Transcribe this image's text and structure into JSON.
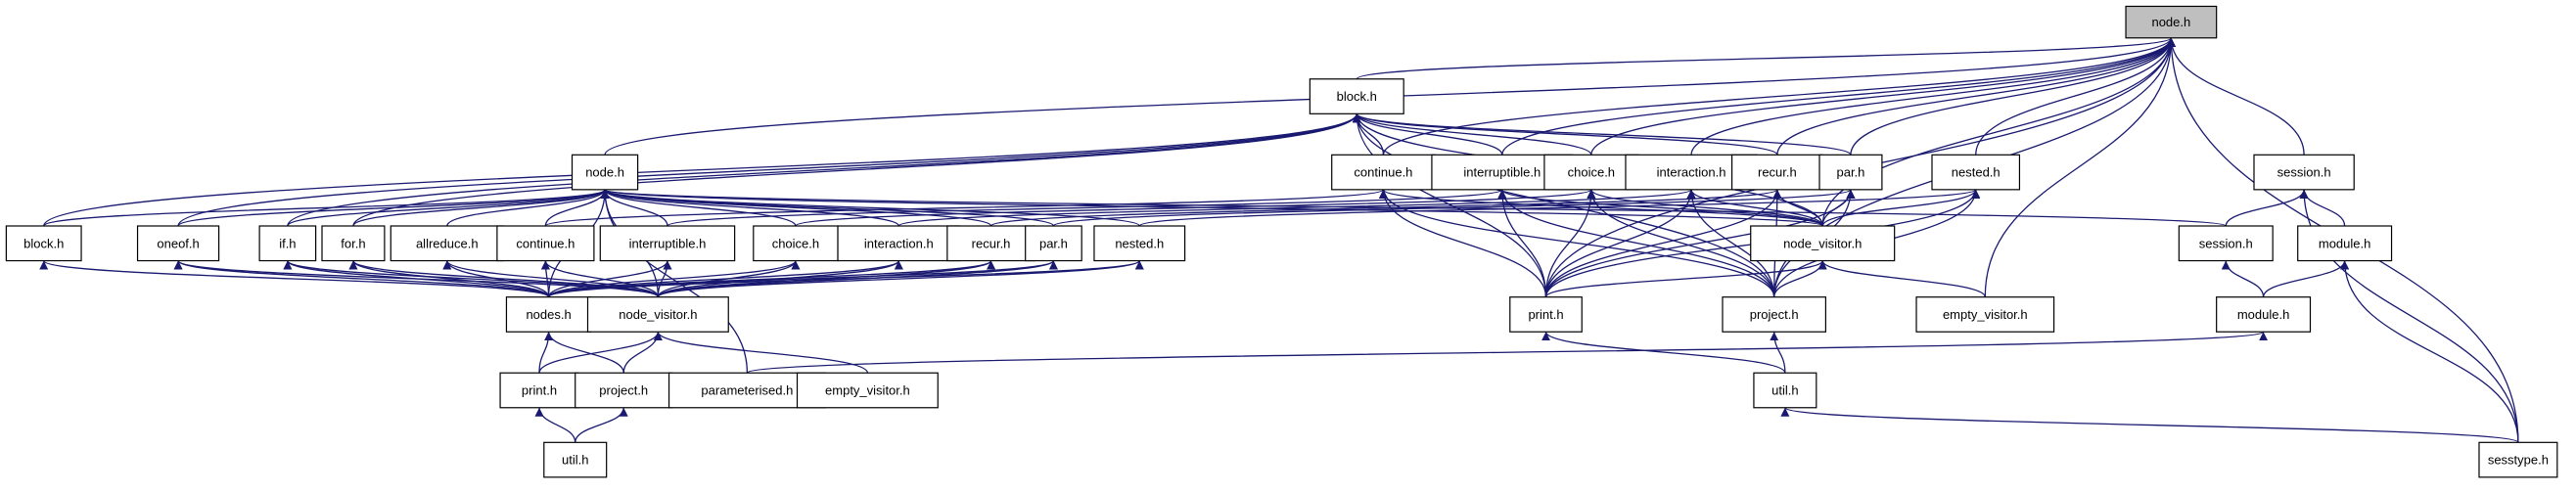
{
  "diagram": {
    "title": "",
    "nodes": [
      {
        "id": "root",
        "label": "node.h",
        "root": true
      },
      {
        "id": "block_mid",
        "label": "block.h"
      },
      {
        "id": "node_mid",
        "label": "node.h"
      },
      {
        "id": "continue_mid",
        "label": "continue.h"
      },
      {
        "id": "interruptible_mid",
        "label": "interruptible.h"
      },
      {
        "id": "choice_mid",
        "label": "choice.h"
      },
      {
        "id": "interaction_mid",
        "label": "interaction.h"
      },
      {
        "id": "recur_mid",
        "label": "recur.h"
      },
      {
        "id": "par_mid",
        "label": "par.h"
      },
      {
        "id": "nested_right",
        "label": "nested.h"
      },
      {
        "id": "session_right",
        "label": "session.h"
      },
      {
        "id": "block_left",
        "label": "block.h"
      },
      {
        "id": "oneof",
        "label": "oneof.h"
      },
      {
        "id": "if",
        "label": "if.h"
      },
      {
        "id": "for",
        "label": "for.h"
      },
      {
        "id": "allreduce",
        "label": "allreduce.h"
      },
      {
        "id": "continue_low",
        "label": "continue.h"
      },
      {
        "id": "interruptible_low",
        "label": "interruptible.h"
      },
      {
        "id": "choice_low",
        "label": "choice.h"
      },
      {
        "id": "interaction_low",
        "label": "interaction.h"
      },
      {
        "id": "recur_low",
        "label": "recur.h"
      },
      {
        "id": "par_low",
        "label": "par.h"
      },
      {
        "id": "nested_low",
        "label": "nested.h"
      },
      {
        "id": "node_visitor_mid",
        "label": "node_visitor.h"
      },
      {
        "id": "session_low",
        "label": "session.h"
      },
      {
        "id": "module_right",
        "label": "module.h"
      },
      {
        "id": "nodes",
        "label": "nodes.h"
      },
      {
        "id": "node_visitor_low",
        "label": "node_visitor.h"
      },
      {
        "id": "print_mid",
        "label": "print.h"
      },
      {
        "id": "project_mid",
        "label": "project.h"
      },
      {
        "id": "empty_visitor_right",
        "label": "empty_visitor.h"
      },
      {
        "id": "module_low",
        "label": "module.h"
      },
      {
        "id": "print_low",
        "label": "print.h"
      },
      {
        "id": "project_low",
        "label": "project.h"
      },
      {
        "id": "parameterised",
        "label": "parameterised.h"
      },
      {
        "id": "empty_visitor_low",
        "label": "empty_visitor.h"
      },
      {
        "id": "util_mid",
        "label": "util.h"
      },
      {
        "id": "util_low",
        "label": "util.h"
      },
      {
        "id": "sesstype",
        "label": "sesstype.h"
      }
    ],
    "edges": [
      [
        "block_mid",
        "root"
      ],
      [
        "node_mid",
        "root"
      ],
      [
        "continue_mid",
        "root"
      ],
      [
        "interruptible_mid",
        "root"
      ],
      [
        "choice_mid",
        "root"
      ],
      [
        "interaction_mid",
        "root"
      ],
      [
        "recur_mid",
        "root"
      ],
      [
        "par_mid",
        "root"
      ],
      [
        "nested_right",
        "root"
      ],
      [
        "session_right",
        "root"
      ],
      [
        "print_mid",
        "root"
      ],
      [
        "project_mid",
        "root"
      ],
      [
        "node_visitor_mid",
        "root"
      ],
      [
        "empty_visitor_right",
        "root"
      ],
      [
        "sesstype",
        "root"
      ],
      [
        "continue_mid",
        "block_mid"
      ],
      [
        "interruptible_mid",
        "block_mid"
      ],
      [
        "choice_mid",
        "block_mid"
      ],
      [
        "recur_mid",
        "block_mid"
      ],
      [
        "par_mid",
        "block_mid"
      ],
      [
        "block_left",
        "block_mid"
      ],
      [
        "oneof",
        "block_mid"
      ],
      [
        "if",
        "block_mid"
      ],
      [
        "for",
        "block_mid"
      ],
      [
        "print_mid",
        "block_mid"
      ],
      [
        "project_mid",
        "block_mid"
      ],
      [
        "node_visitor_mid",
        "block_mid"
      ],
      [
        "block_left",
        "node_mid"
      ],
      [
        "oneof",
        "node_mid"
      ],
      [
        "if",
        "node_mid"
      ],
      [
        "for",
        "node_mid"
      ],
      [
        "allreduce",
        "node_mid"
      ],
      [
        "continue_low",
        "node_mid"
      ],
      [
        "interruptible_low",
        "node_mid"
      ],
      [
        "choice_low",
        "node_mid"
      ],
      [
        "interaction_low",
        "node_mid"
      ],
      [
        "recur_low",
        "node_mid"
      ],
      [
        "par_low",
        "node_mid"
      ],
      [
        "nested_low",
        "node_mid"
      ],
      [
        "nodes",
        "node_mid"
      ],
      [
        "node_visitor_low",
        "node_mid"
      ],
      [
        "node_visitor_mid",
        "node_mid"
      ],
      [
        "session_low",
        "node_mid"
      ],
      [
        "parameterised",
        "node_mid"
      ],
      [
        "continue_low",
        "continue_mid"
      ],
      [
        "print_mid",
        "continue_mid"
      ],
      [
        "project_mid",
        "continue_mid"
      ],
      [
        "node_visitor_mid",
        "continue_mid"
      ],
      [
        "print_mid",
        "interruptible_mid"
      ],
      [
        "project_mid",
        "interruptible_mid"
      ],
      [
        "node_visitor_mid",
        "interruptible_mid"
      ],
      [
        "interruptible_low",
        "interruptible_mid"
      ],
      [
        "print_mid",
        "choice_mid"
      ],
      [
        "project_mid",
        "choice_mid"
      ],
      [
        "node_visitor_mid",
        "choice_mid"
      ],
      [
        "choice_low",
        "choice_mid"
      ],
      [
        "print_mid",
        "interaction_mid"
      ],
      [
        "project_mid",
        "interaction_mid"
      ],
      [
        "node_visitor_mid",
        "interaction_mid"
      ],
      [
        "interaction_low",
        "interaction_mid"
      ],
      [
        "print_mid",
        "recur_mid"
      ],
      [
        "project_mid",
        "recur_mid"
      ],
      [
        "node_visitor_mid",
        "recur_mid"
      ],
      [
        "recur_low",
        "recur_mid"
      ],
      [
        "print_mid",
        "par_mid"
      ],
      [
        "project_mid",
        "par_mid"
      ],
      [
        "node_visitor_mid",
        "par_mid"
      ],
      [
        "par_low",
        "par_mid"
      ],
      [
        "print_mid",
        "nested_right"
      ],
      [
        "project_mid",
        "nested_right"
      ],
      [
        "node_visitor_mid",
        "nested_right"
      ],
      [
        "nested_low",
        "nested_right"
      ],
      [
        "session_low",
        "session_right"
      ],
      [
        "module_right",
        "session_right"
      ],
      [
        "sesstype",
        "session_right"
      ],
      [
        "module_low",
        "module_right"
      ],
      [
        "sesstype",
        "module_right"
      ],
      [
        "nodes",
        "block_left"
      ],
      [
        "nodes",
        "oneof"
      ],
      [
        "node_visitor_low",
        "oneof"
      ],
      [
        "nodes",
        "if"
      ],
      [
        "node_visitor_low",
        "if"
      ],
      [
        "nodes",
        "for"
      ],
      [
        "node_visitor_low",
        "for"
      ],
      [
        "nodes",
        "allreduce"
      ],
      [
        "node_visitor_low",
        "allreduce"
      ],
      [
        "nodes",
        "continue_low"
      ],
      [
        "node_visitor_low",
        "continue_low"
      ],
      [
        "nodes",
        "interruptible_low"
      ],
      [
        "node_visitor_low",
        "interruptible_low"
      ],
      [
        "nodes",
        "choice_low"
      ],
      [
        "node_visitor_low",
        "choice_low"
      ],
      [
        "nodes",
        "interaction_low"
      ],
      [
        "node_visitor_low",
        "interaction_low"
      ],
      [
        "nodes",
        "recur_low"
      ],
      [
        "node_visitor_low",
        "recur_low"
      ],
      [
        "nodes",
        "par_low"
      ],
      [
        "node_visitor_low",
        "par_low"
      ],
      [
        "nodes",
        "nested_low"
      ],
      [
        "node_visitor_low",
        "nested_low"
      ],
      [
        "print_low",
        "nodes"
      ],
      [
        "project_low",
        "nodes"
      ],
      [
        "print_low",
        "node_visitor_low"
      ],
      [
        "project_low",
        "node_visitor_low"
      ],
      [
        "empty_visitor_low",
        "node_visitor_low"
      ],
      [
        "util_low",
        "print_low"
      ],
      [
        "util_low",
        "project_low"
      ],
      [
        "print_mid",
        "node_visitor_mid"
      ],
      [
        "project_mid",
        "node_visitor_mid"
      ],
      [
        "empty_visitor_right",
        "node_visitor_mid"
      ],
      [
        "util_mid",
        "print_mid"
      ],
      [
        "util_mid",
        "project_mid"
      ],
      [
        "module_low",
        "session_low"
      ],
      [
        "parameterised",
        "module_low"
      ],
      [
        "sesstype",
        "util_mid"
      ]
    ]
  }
}
